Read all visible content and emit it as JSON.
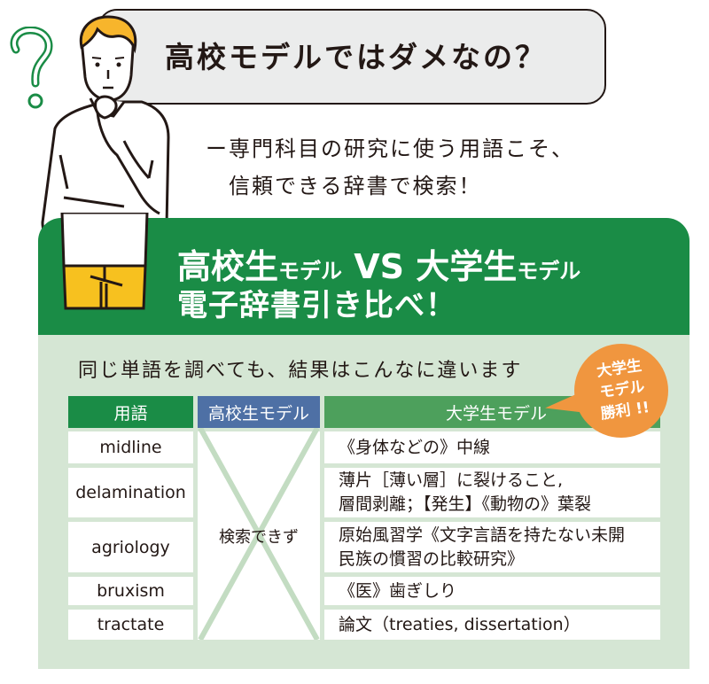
{
  "header": {
    "question": "高校モデルではダメなの？",
    "subtitle_line1": "ー専門科目の研究に使う用語こそ、",
    "subtitle_line2": "信頼できる辞書で検索！"
  },
  "banner": {
    "part1_big": "高校生",
    "part1_small": "モデル",
    "vs": " VS ",
    "part2_big": "大学生",
    "part2_small": "モデル",
    "line2": "電子辞書引き比べ！"
  },
  "panel": {
    "lead": "同じ単語を調べても、結果はこんなに違います"
  },
  "badge": {
    "line1": "大学生",
    "line2": "モデル",
    "line3": "勝利 !!"
  },
  "table": {
    "headers": {
      "term": "用語",
      "high_school": "高校生モデル",
      "university": "大学生モデル"
    },
    "high_school_result": "検索できず",
    "rows": [
      {
        "term": "midline",
        "definition": "《身体などの》中線"
      },
      {
        "term": "delamination",
        "definition": "薄片［薄い層］に裂けること,\n層間剥離；【発生】《動物の》葉裂"
      },
      {
        "term": "agriology",
        "definition": "原始風習学《文字言語を持たない未開\n民族の慣習の比較研究》"
      },
      {
        "term": "bruxism",
        "definition": "《医》歯ぎしり"
      },
      {
        "term": "tractate",
        "definition": "論文（treaties, dissertation）"
      }
    ]
  },
  "colors": {
    "green_dark": "#1a8c46",
    "green_header_univ": "#4da05c",
    "blue_header_hs": "#4e70a5",
    "panel_bg": "#d5e6d4",
    "badge_orange": "#f0963f",
    "bubble_bg": "#ebecec",
    "hair_yellow": "#f7b52c",
    "question_mark_green": "#1a8c46"
  }
}
